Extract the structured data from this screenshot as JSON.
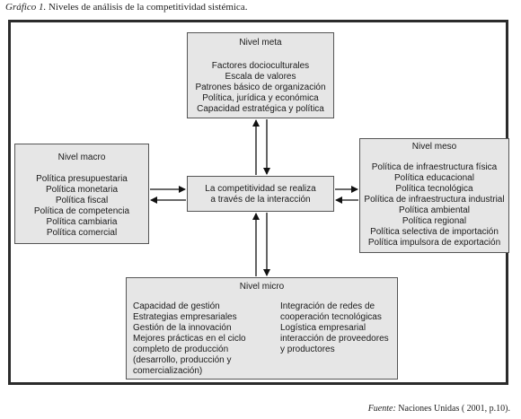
{
  "caption": {
    "label": "Gráfico 1.",
    "title": "Niveles de análisis de la competitividad sistémica."
  },
  "boxes": {
    "meta": {
      "title": "Nivel meta",
      "items": [
        "Factores docioculturales",
        "Escala de valores",
        "Patrones básico de organización",
        "Política, jurídica y económica",
        "Capacidad estratégica y política"
      ]
    },
    "macro": {
      "title": "Nivel macro",
      "items": [
        "Política presupuestaria",
        "Política monetaria",
        "Política fiscal",
        "Política de competencia",
        "Política cambiaria",
        "Política comercial"
      ]
    },
    "meso": {
      "title": "Nivel meso",
      "items": [
        "Política de infraestructura física",
        "Política educacional",
        "Política tecnológica",
        "Política de infraestructura industrial",
        "Política ambiental",
        "Política regional",
        "Política selectiva de importación",
        "Política impulsora de exportación"
      ]
    },
    "micro": {
      "title": "Nivel micro",
      "left_items": [
        "Capacidad de gestión",
        "Estrategias empresariales",
        "Gestión de la innovación",
        "Mejores prácticas en el ciclo",
        "completo de producción",
        "(desarrollo, producción y",
        "comercialización)"
      ],
      "right_items": [
        "Integración de redes de",
        "cooperación tecnológicas",
        "Logística empresarial",
        "interacción de proveedores",
        "y productores"
      ]
    },
    "center": {
      "lines": [
        "La competitividad se realiza",
        "a través de la interacción"
      ]
    }
  },
  "source": {
    "label": "Fuente:",
    "text": "Naciones Unidas ( 2001, p.10)."
  },
  "colors": {
    "box_fill": "#e6e6e6",
    "border": "#2b2b2b",
    "arrow": "#111111"
  }
}
